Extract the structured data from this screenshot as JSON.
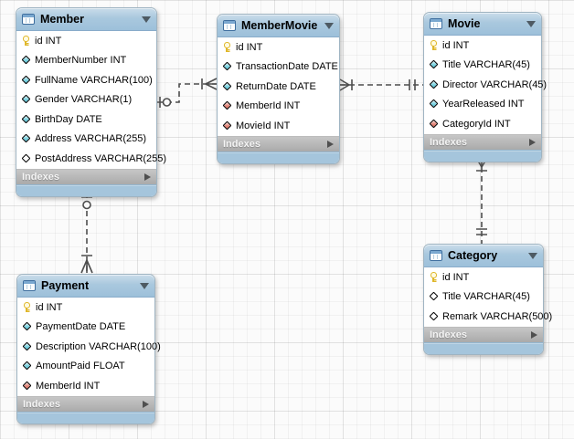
{
  "diagram": {
    "tables": [
      {
        "name": "Member",
        "indexes_label": "Indexes",
        "columns": [
          {
            "icon": "key",
            "text": "id INT"
          },
          {
            "icon": "diamond-filled",
            "text": "MemberNumber INT"
          },
          {
            "icon": "diamond-filled",
            "text": "FullName VARCHAR(100)"
          },
          {
            "icon": "diamond-filled",
            "text": "Gender VARCHAR(1)"
          },
          {
            "icon": "diamond-filled",
            "text": "BirthDay DATE"
          },
          {
            "icon": "diamond-filled",
            "text": "Address VARCHAR(255)"
          },
          {
            "icon": "diamond-outline",
            "text": "PostAddress VARCHAR(255)"
          }
        ]
      },
      {
        "name": "MemberMovie",
        "indexes_label": "Indexes",
        "columns": [
          {
            "icon": "key",
            "text": "id INT"
          },
          {
            "icon": "diamond-filled",
            "text": "TransactionDate DATE"
          },
          {
            "icon": "diamond-filled",
            "text": "ReturnDate DATE"
          },
          {
            "icon": "diamond-fk",
            "text": "MemberId INT"
          },
          {
            "icon": "diamond-fk",
            "text": "MovieId INT"
          }
        ]
      },
      {
        "name": "Movie",
        "indexes_label": "Indexes",
        "columns": [
          {
            "icon": "key",
            "text": "id INT"
          },
          {
            "icon": "diamond-filled",
            "text": "Title VARCHAR(45)"
          },
          {
            "icon": "diamond-filled",
            "text": "Director VARCHAR(45)"
          },
          {
            "icon": "diamond-filled",
            "text": "YearReleased INT"
          },
          {
            "icon": "diamond-fk",
            "text": "CategoryId INT"
          }
        ]
      },
      {
        "name": "Category",
        "indexes_label": "Indexes",
        "columns": [
          {
            "icon": "key",
            "text": "id INT"
          },
          {
            "icon": "diamond-outline",
            "text": "Title VARCHAR(45)"
          },
          {
            "icon": "diamond-outline",
            "text": "Remark VARCHAR(500)"
          }
        ]
      },
      {
        "name": "Payment",
        "indexes_label": "Indexes",
        "columns": [
          {
            "icon": "key",
            "text": "id INT"
          },
          {
            "icon": "diamond-filled",
            "text": "PaymentDate DATE"
          },
          {
            "icon": "diamond-filled",
            "text": "Description VARCHAR(100)"
          },
          {
            "icon": "diamond-filled",
            "text": "AmountPaid FLOAT"
          },
          {
            "icon": "diamond-fk",
            "text": "MemberId INT"
          }
        ]
      }
    ],
    "relationships": [
      {
        "from": "Member",
        "to": "MemberMovie",
        "from_cardinality": "zero-or-one",
        "to_cardinality": "one-or-many",
        "style": "dashed"
      },
      {
        "from": "MemberMovie",
        "to": "Movie",
        "from_cardinality": "one-or-many",
        "to_cardinality": "exactly-one",
        "style": "dashed"
      },
      {
        "from": "Movie",
        "to": "Category",
        "from_cardinality": "one-or-many",
        "to_cardinality": "exactly-one",
        "style": "dashed"
      },
      {
        "from": "Member",
        "to": "Payment",
        "from_cardinality": "zero-or-one",
        "to_cardinality": "one-or-many",
        "style": "dashed"
      }
    ],
    "colors": {
      "header_blue": "#9dc0da",
      "footer_blue": "#a5c5dc",
      "indexes_gray": "#b5b5b5",
      "connector": "#4d4d4d",
      "pk_icon_yellow": "#dfb72a",
      "column_icon_cyan": "#7fd4e2",
      "fk_icon_red": "#e58a7e",
      "grid_background": "#fbfbfb"
    }
  }
}
